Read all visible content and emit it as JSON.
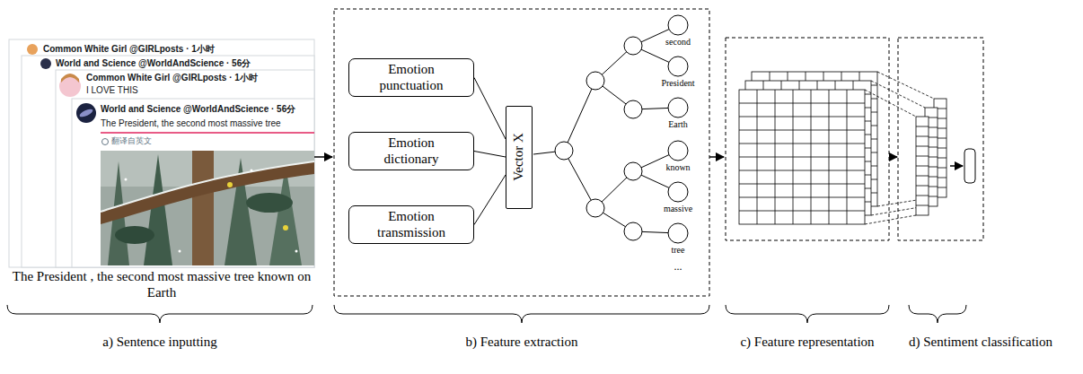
{
  "diagram": {
    "nodes": [
      {
        "text": [
          "Emotion punctuation"
        ]
      },
      {
        "text": [
          "Emotion dictionary"
        ]
      },
      {
        "text": [
          "Emotion transmission"
        ]
      },
      {
        "text": [
          "Vector X"
        ]
      }
    ],
    "edges": [
      {
        "from": 0,
        "to": 3,
        "arrow": "none"
      },
      {
        "from": 1,
        "to": 3,
        "arrow": "none"
      },
      {
        "from": 2,
        "to": 3,
        "arrow": "none"
      }
    ],
    "labels": [
      "Common White Girl @GIRLposts · 1小时",
      "World and Science @WorldAndScience · 56分",
      "Common White Girl @GIRLposts · 1小时",
      "I LOVE THIS",
      "World and Science @WorldAndScience · 56分",
      "The President, the second most massive tree",
      "翻译自英文",
      "The President , the second most massive tree known on Earth",
      "second",
      "President",
      "Earth",
      "known",
      "massive",
      "tree",
      "...",
      "a) Sentence inputting",
      "b) Feature extraction",
      "c) Feature representation",
      "d) Sentiment classification"
    ]
  }
}
